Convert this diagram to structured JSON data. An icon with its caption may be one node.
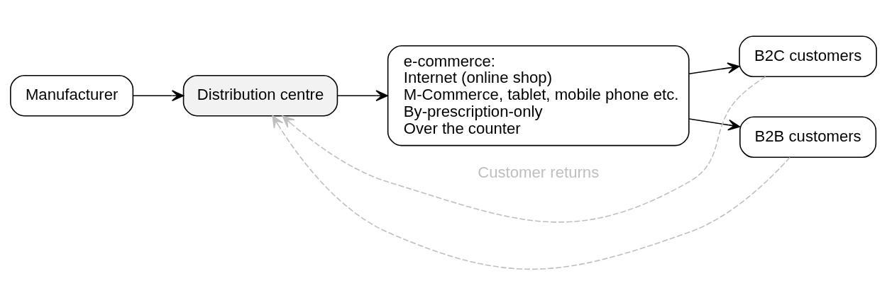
{
  "diagram": {
    "nodes": [
      {
        "text": [
          "Manufacturer"
        ]
      },
      {
        "text": [
          "Distribution centre"
        ]
      },
      {
        "text": [
          "e-commerce:",
          "Internet (online shop)",
          "M-Commerce, tablet, mobile phone etc.",
          "By-prescription-only",
          "Over the counter"
        ]
      },
      {
        "text": [
          "B2C customers"
        ]
      },
      {
        "text": [
          "B2B customers"
        ]
      }
    ],
    "edges": [
      {
        "from": 0,
        "to": 1,
        "arrow": "to"
      },
      {
        "from": 1,
        "to": 2,
        "arrow": "to"
      },
      {
        "from": 2,
        "to": 3,
        "arrow": "to"
      },
      {
        "from": 2,
        "to": 4,
        "arrow": "to"
      },
      {
        "from": 3,
        "to": 1,
        "arrow": "to",
        "label": "Customer returns",
        "style": "dashed",
        "color": "#bfbfbf"
      },
      {
        "from": 4,
        "to": 1,
        "arrow": "to",
        "style": "dashed",
        "color": "#bfbfbf"
      }
    ]
  }
}
